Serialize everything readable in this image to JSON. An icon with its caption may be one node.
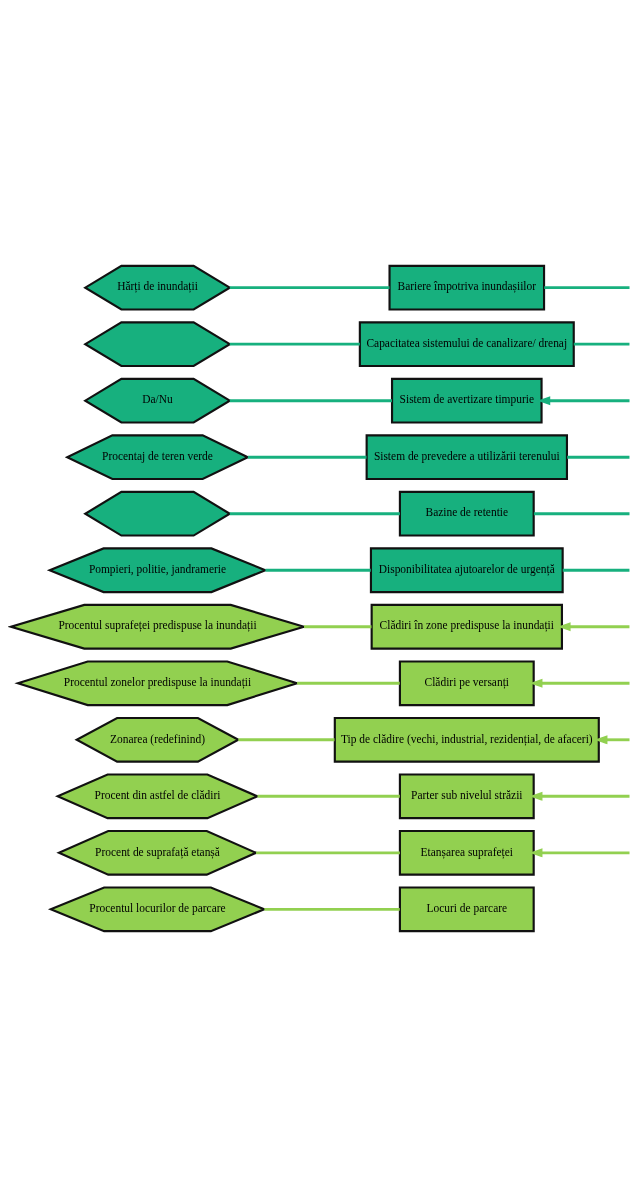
{
  "diagram": {
    "nodes": [
      {
        "text": [
          "Hărți de inundații"
        ]
      },
      {
        "text": [
          "Bariere împotriva inundașiilor"
        ]
      },
      {
        "text": [],
        "shape": "hexagon"
      },
      {
        "text": [
          "Capacitatea sistemului de canalizare/ drenaj"
        ]
      },
      {
        "text": [
          "Da/Nu"
        ]
      },
      {
        "text": [
          "Sistem de avertizare timpurie"
        ]
      },
      {
        "text": [
          "Procentaj de teren verde"
        ]
      },
      {
        "text": [
          "Sistem de prevedere a utilizării terenului"
        ]
      },
      {
        "text": [],
        "shape": "hexagon"
      },
      {
        "text": [
          "Bazine de retentie"
        ]
      },
      {
        "text": [
          "Pompieri, politie, jandramerie"
        ]
      },
      {
        "text": [
          "Disponibilitatea ajutoarelor de urgență"
        ]
      },
      {
        "text": [
          "Procentul suprafeței predispuse la inundații"
        ]
      },
      {
        "text": [
          "Clădiri în zone predispuse la inundații"
        ]
      },
      {
        "text": [
          "Procentul zonelor predispuse la inundații"
        ]
      },
      {
        "text": [
          "Clădiri pe versanți"
        ]
      },
      {
        "text": [
          "Zonarea (redefinind)"
        ]
      },
      {
        "text": [
          "Tip de clădire (vechi, industrial, rezidențial, de afaceri)"
        ]
      },
      {
        "text": [
          "Procent din astfel de clădiri"
        ]
      },
      {
        "text": [
          "Parter sub nivelul străzii"
        ]
      },
      {
        "text": [
          "Procent de suprafață etanșă"
        ]
      },
      {
        "text": [
          "Etanșarea suprafeței"
        ]
      },
      {
        "text": [
          "Procentul locurilor de parcare"
        ]
      },
      {
        "text": [
          "Locuri de parcare"
        ]
      }
    ],
    "edges": [
      {
        "from": 0,
        "to": 1,
        "arrow": "none"
      },
      {
        "from": null,
        "to": 1,
        "arrow": "none"
      },
      {
        "from": 2,
        "to": 3,
        "arrow": "none"
      },
      {
        "from": null,
        "to": 3,
        "arrow": "none"
      },
      {
        "from": 4,
        "to": 5,
        "arrow": "none"
      },
      {
        "from": null,
        "to": 5,
        "arrow": "to"
      },
      {
        "from": 6,
        "to": 7,
        "arrow": "none"
      },
      {
        "from": null,
        "to": 7,
        "arrow": "none"
      },
      {
        "from": 8,
        "to": 9,
        "arrow": "none"
      },
      {
        "from": null,
        "to": 9,
        "arrow": "none"
      },
      {
        "from": 10,
        "to": 11,
        "arrow": "none"
      },
      {
        "from": null,
        "to": 11,
        "arrow": "none"
      },
      {
        "from": 12,
        "to": 13,
        "arrow": "none",
        "color": "#92d050"
      },
      {
        "from": null,
        "to": 13,
        "arrow": "to",
        "color": "#92d050"
      },
      {
        "from": 14,
        "to": 15,
        "arrow": "none",
        "color": "#92d050"
      },
      {
        "from": null,
        "to": 15,
        "arrow": "to",
        "color": "#92d050"
      },
      {
        "from": 16,
        "to": 17,
        "arrow": "none",
        "color": "#92d050"
      },
      {
        "from": null,
        "to": 17,
        "arrow": "to",
        "color": "#92d050"
      },
      {
        "from": 18,
        "to": 19,
        "arrow": "none",
        "color": "#92d050"
      },
      {
        "from": null,
        "to": 19,
        "arrow": "to",
        "color": "#92d050"
      },
      {
        "from": 20,
        "to": 21,
        "arrow": "none",
        "color": "#92d050"
      },
      {
        "from": null,
        "to": 21,
        "arrow": "to",
        "color": "#92d050"
      },
      {
        "from": 22,
        "to": 23,
        "arrow": "none",
        "color": "#92d050"
      }
    ]
  }
}
